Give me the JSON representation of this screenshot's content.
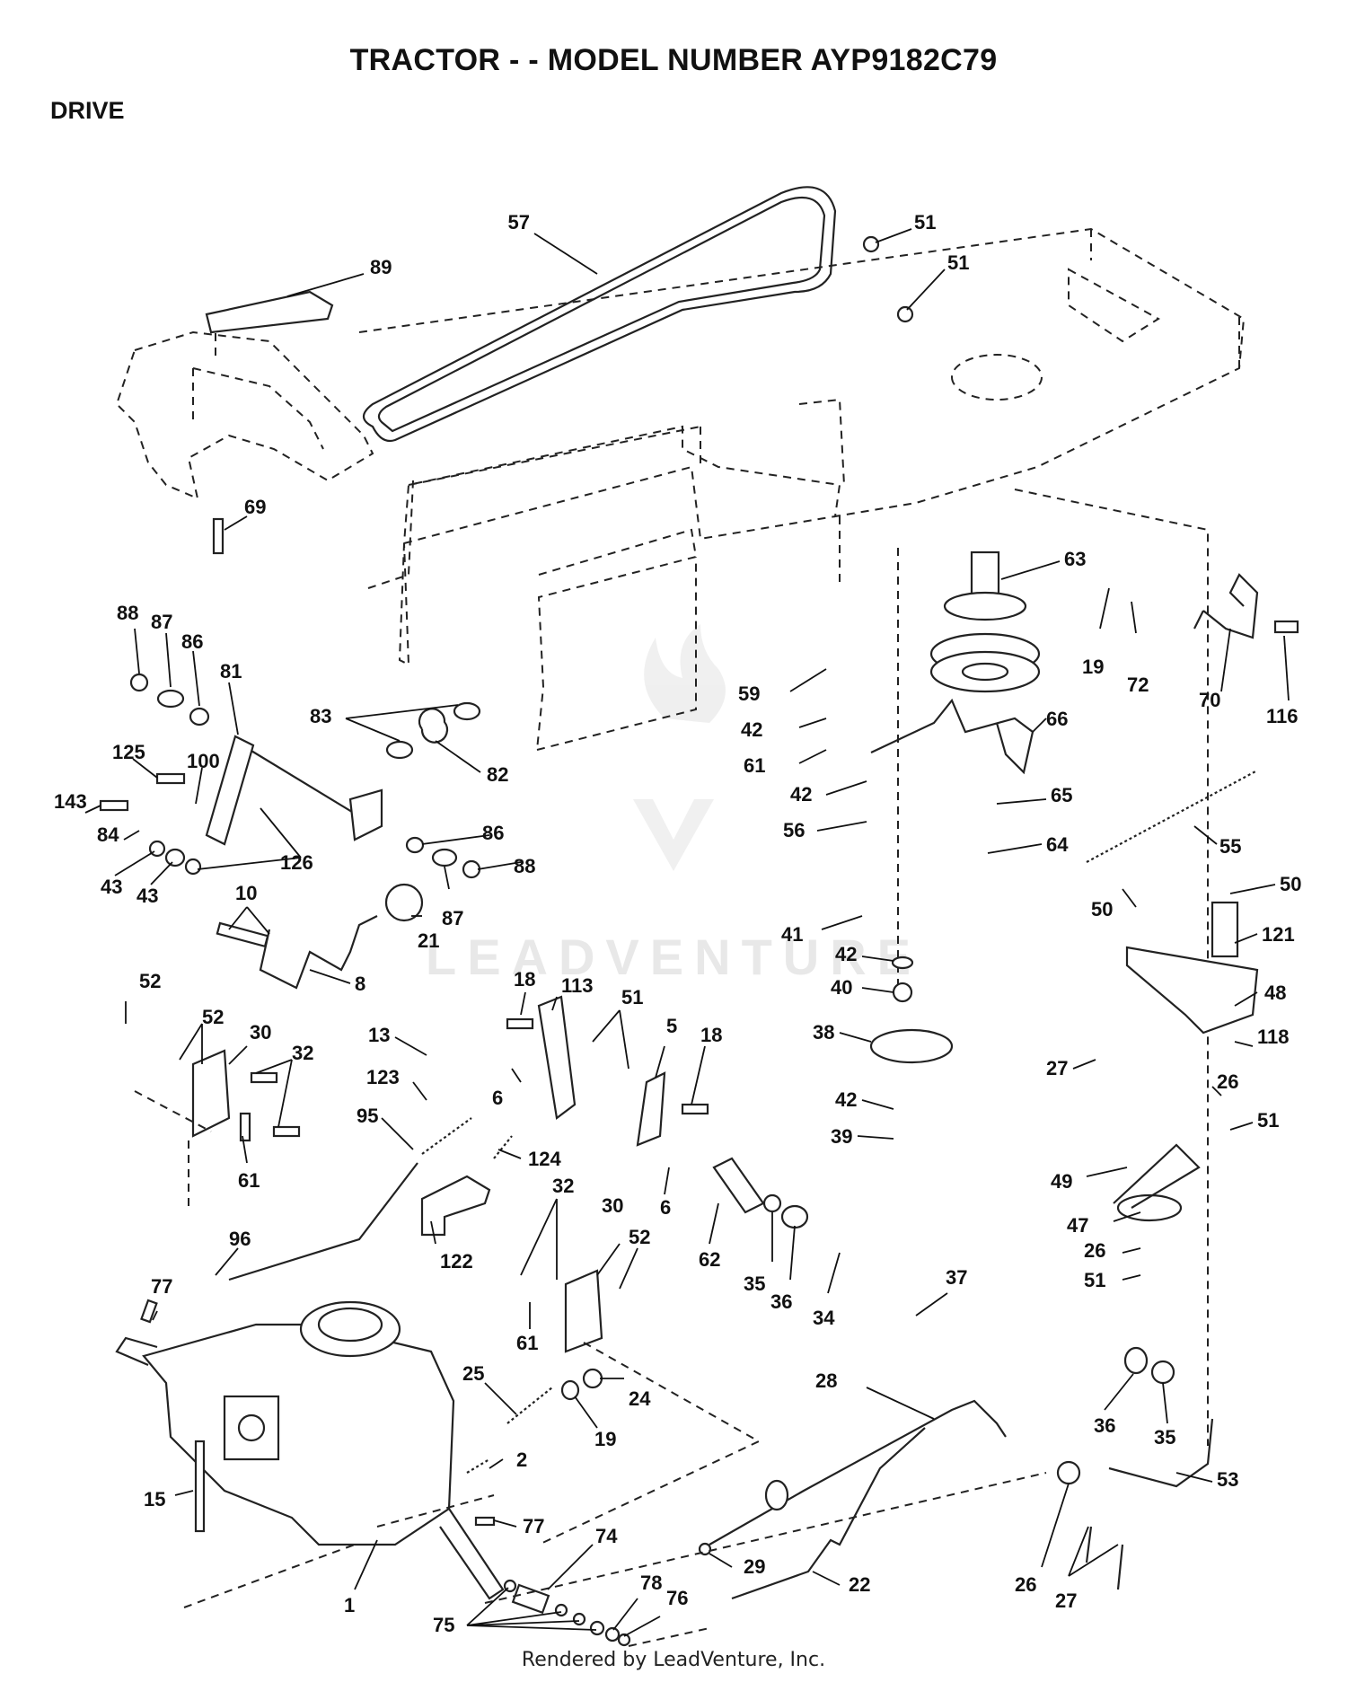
{
  "header": {
    "title": "TRACTOR - - MODEL NUMBER AYP9182C79",
    "section": "DRIVE"
  },
  "watermark": {
    "text": "LEADVENTURE"
  },
  "footer": {
    "text": "Rendered by LeadVenture, Inc."
  },
  "callouts": [
    {
      "label": "57"
    },
    {
      "label": "51"
    },
    {
      "label": "51"
    },
    {
      "label": "89"
    },
    {
      "label": "69"
    },
    {
      "label": "63"
    },
    {
      "label": "19"
    },
    {
      "label": "72"
    },
    {
      "label": "70"
    },
    {
      "label": "116"
    },
    {
      "label": "88"
    },
    {
      "label": "87"
    },
    {
      "label": "86"
    },
    {
      "label": "81"
    },
    {
      "label": "83"
    },
    {
      "label": "82"
    },
    {
      "label": "125"
    },
    {
      "label": "100"
    },
    {
      "label": "143"
    },
    {
      "label": "84"
    },
    {
      "label": "43"
    },
    {
      "label": "43"
    },
    {
      "label": "126"
    },
    {
      "label": "86"
    },
    {
      "label": "88"
    },
    {
      "label": "87"
    },
    {
      "label": "10"
    },
    {
      "label": "21"
    },
    {
      "label": "8"
    },
    {
      "label": "59"
    },
    {
      "label": "42"
    },
    {
      "label": "61"
    },
    {
      "label": "42"
    },
    {
      "label": "56"
    },
    {
      "label": "66"
    },
    {
      "label": "65"
    },
    {
      "label": "64"
    },
    {
      "label": "55"
    },
    {
      "label": "50"
    },
    {
      "label": "50"
    },
    {
      "label": "41"
    },
    {
      "label": "42"
    },
    {
      "label": "40"
    },
    {
      "label": "121"
    },
    {
      "label": "48"
    },
    {
      "label": "38"
    },
    {
      "label": "118"
    },
    {
      "label": "27"
    },
    {
      "label": "26"
    },
    {
      "label": "42"
    },
    {
      "label": "51"
    },
    {
      "label": "39"
    },
    {
      "label": "52"
    },
    {
      "label": "52"
    },
    {
      "label": "30"
    },
    {
      "label": "32"
    },
    {
      "label": "61"
    },
    {
      "label": "18"
    },
    {
      "label": "113"
    },
    {
      "label": "51"
    },
    {
      "label": "5"
    },
    {
      "label": "18"
    },
    {
      "label": "13"
    },
    {
      "label": "123"
    },
    {
      "label": "6"
    },
    {
      "label": "95"
    },
    {
      "label": "124"
    },
    {
      "label": "6"
    },
    {
      "label": "122"
    },
    {
      "label": "96"
    },
    {
      "label": "32"
    },
    {
      "label": "30"
    },
    {
      "label": "52"
    },
    {
      "label": "61"
    },
    {
      "label": "62"
    },
    {
      "label": "35"
    },
    {
      "label": "36"
    },
    {
      "label": "34"
    },
    {
      "label": "49"
    },
    {
      "label": "47"
    },
    {
      "label": "26"
    },
    {
      "label": "51"
    },
    {
      "label": "37"
    },
    {
      "label": "77"
    },
    {
      "label": "25"
    },
    {
      "label": "24"
    },
    {
      "label": "19"
    },
    {
      "label": "28"
    },
    {
      "label": "36"
    },
    {
      "label": "35"
    },
    {
      "label": "53"
    },
    {
      "label": "15"
    },
    {
      "label": "2"
    },
    {
      "label": "77"
    },
    {
      "label": "74"
    },
    {
      "label": "29"
    },
    {
      "label": "22"
    },
    {
      "label": "26"
    },
    {
      "label": "27"
    },
    {
      "label": "1"
    },
    {
      "label": "78"
    },
    {
      "label": "76"
    },
    {
      "label": "75"
    }
  ]
}
